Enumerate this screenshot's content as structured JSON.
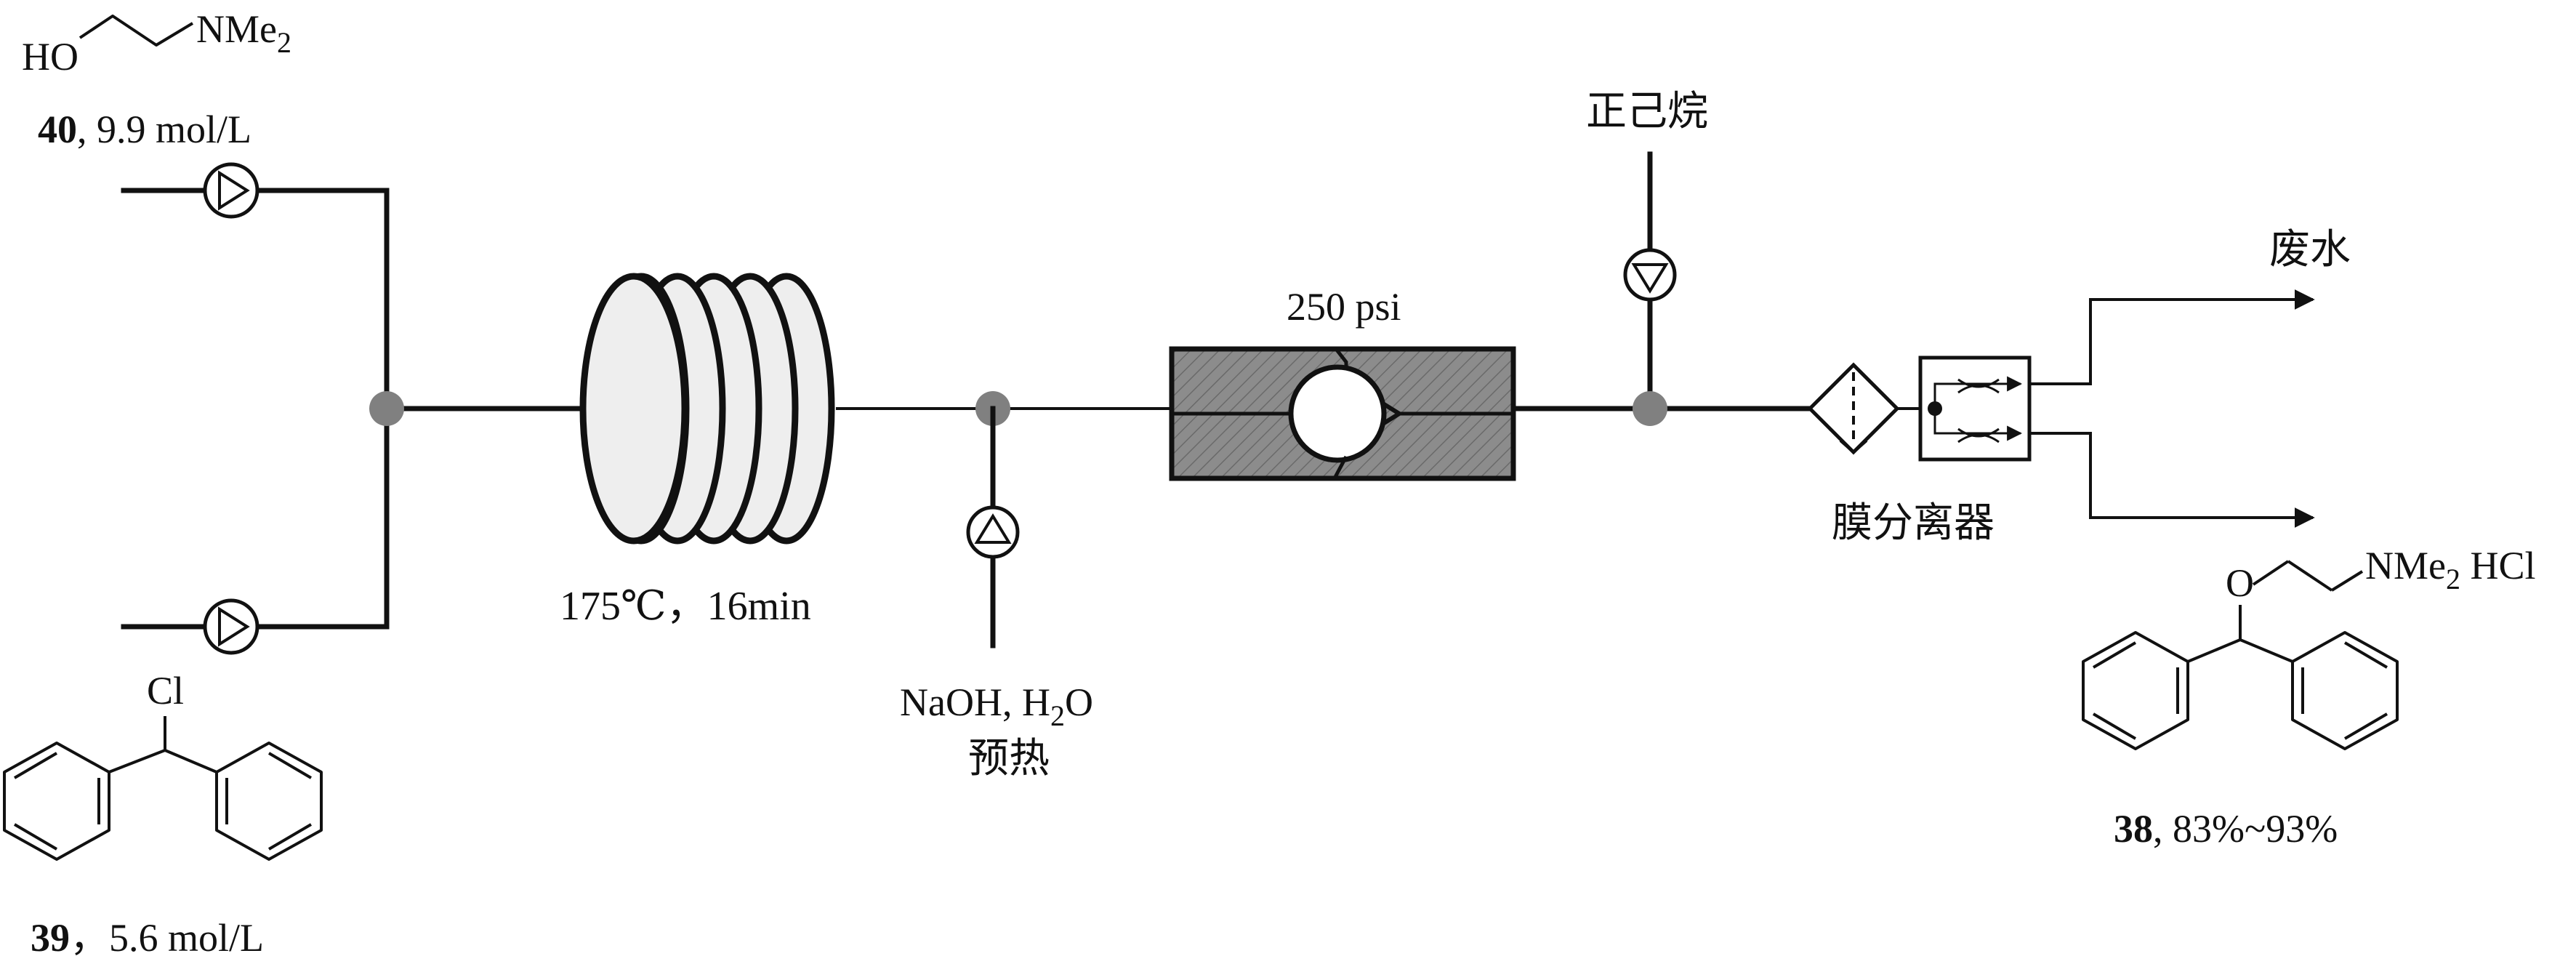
{
  "compounds": {
    "c40": {
      "number": "40",
      "conc": ", 9.9 mol/L",
      "ho": "HO",
      "nme": "NMe",
      "sub": "2"
    },
    "c39": {
      "number": "39",
      "conc": "，5.6 mol/L",
      "cl": "Cl"
    },
    "c38": {
      "number": "38",
      "yield": ", 83%~93%",
      "o": "O",
      "nme": "NMe",
      "sub": "2",
      "hcl": " HCl"
    }
  },
  "labels": {
    "reactor": "175℃，16min",
    "quench_prefix": "NaOH, H",
    "quench_sub": "2",
    "quench_suffix": "O",
    "preheat": "预热",
    "pressure": "250 psi",
    "solvent": "正己烷",
    "waste": "废水",
    "separator": "膜分离器"
  },
  "icons": {
    "pump": "pump-icon",
    "mixer": "mixer-icon",
    "coil": "coil-reactor-icon",
    "regulator": "back-pressure-regulator-icon",
    "filter": "filter-icon",
    "separator": "membrane-separator-icon"
  },
  "colors": {
    "line": "#111111",
    "junction": "#808080",
    "coil_fill": "#eeeeee",
    "bpr_fill": "#8c8c8c"
  }
}
